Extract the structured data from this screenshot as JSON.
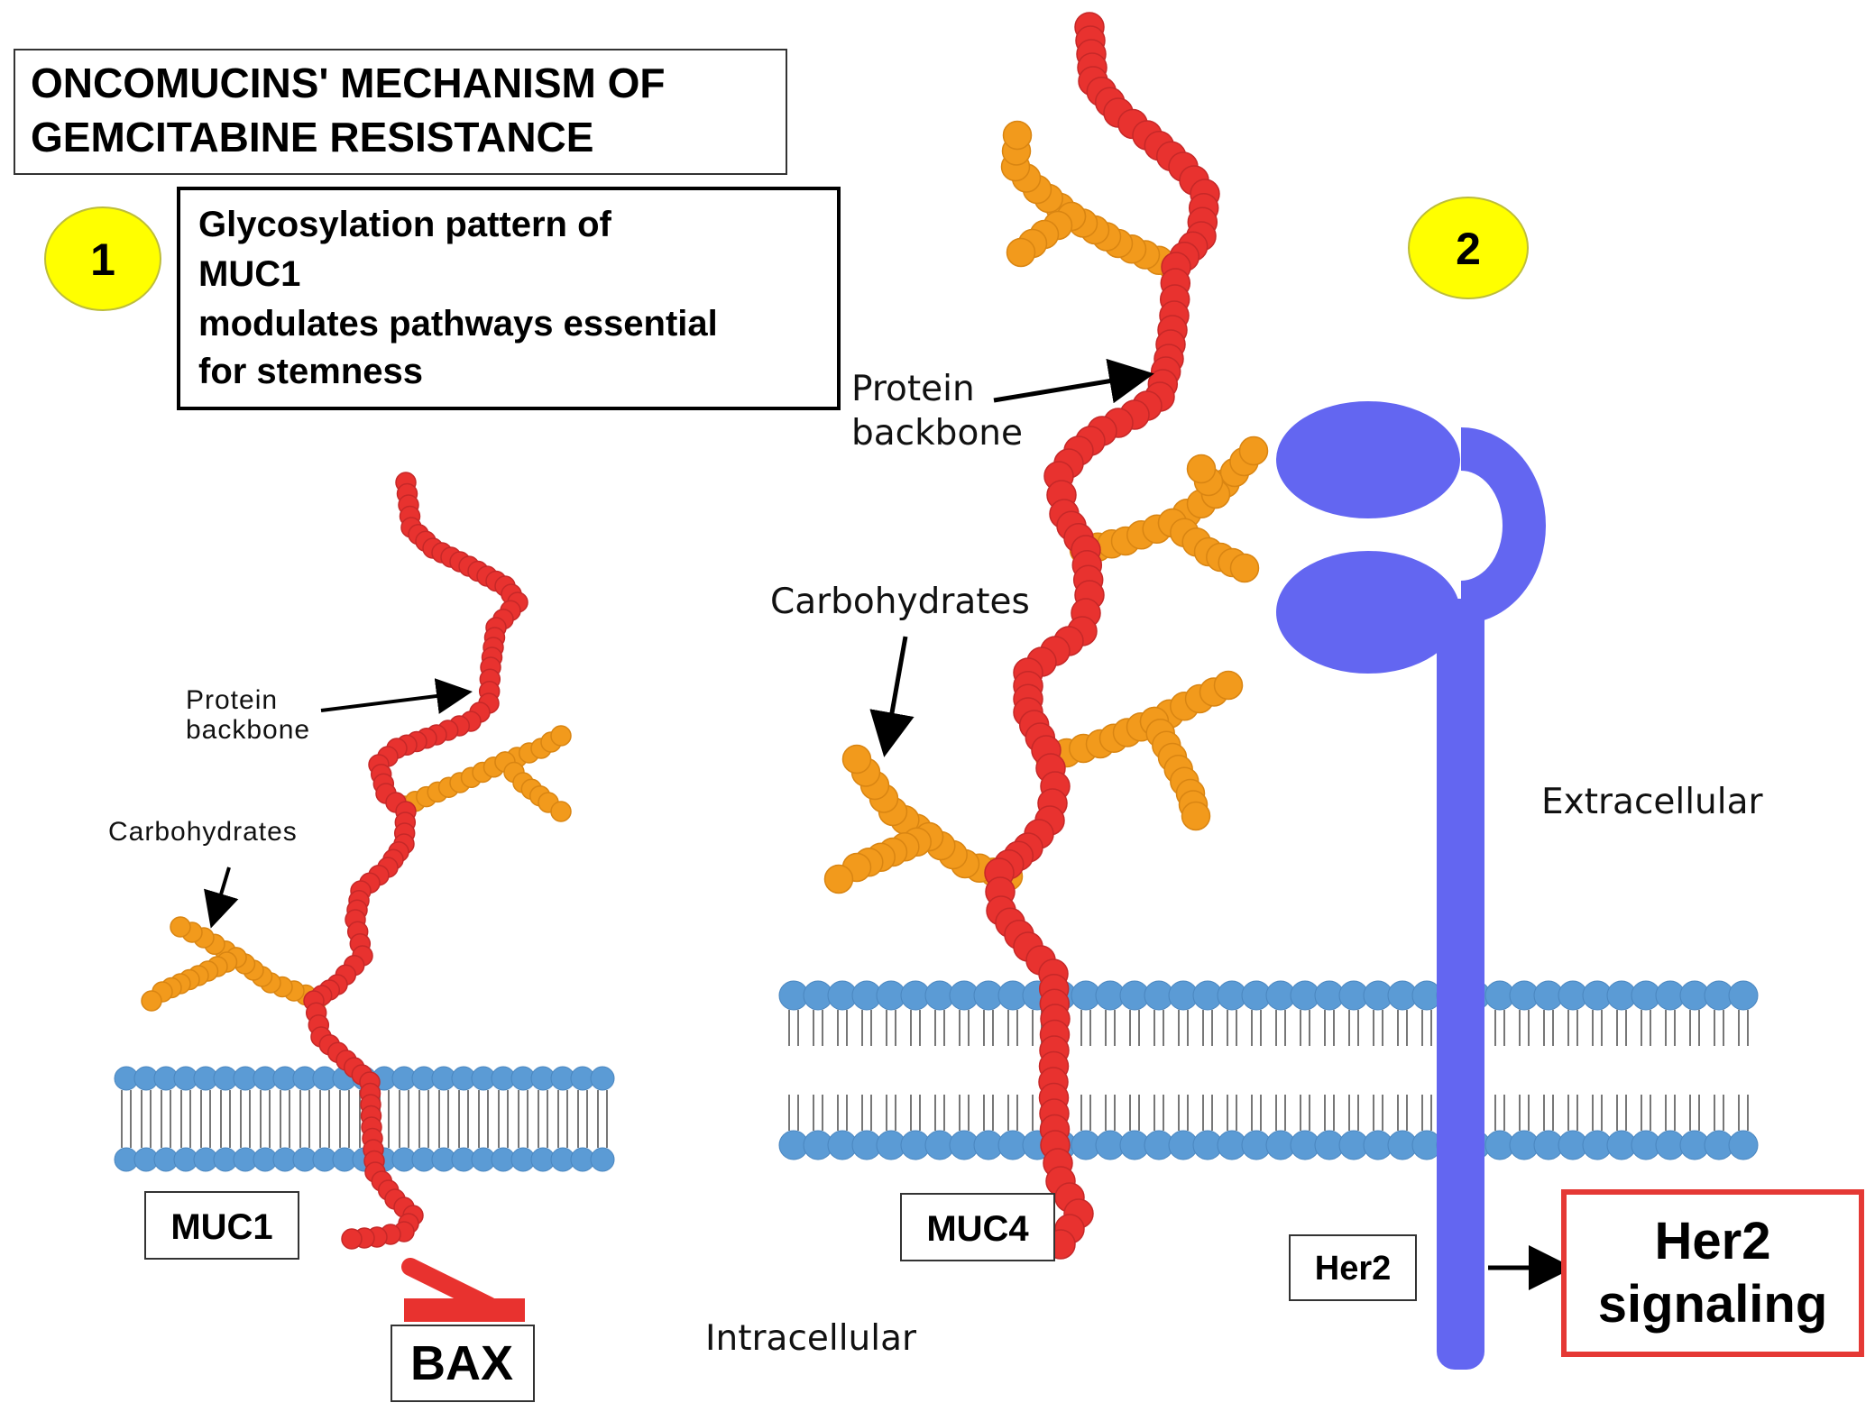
{
  "title": {
    "line1": "ONCOMUCINS' MECHANISM OF",
    "line2": "GEMCITABINE RESISTANCE"
  },
  "step1": {
    "badge": "1",
    "text_lines": [
      "Glycosylation pattern of",
      "MUC1",
      "modulates pathways essential",
      "for stemness"
    ]
  },
  "step2": {
    "badge": "2"
  },
  "muc1": {
    "label": "MUC1",
    "protein_label_line1": "Protein",
    "protein_label_line2": "backbone",
    "carb_label": "Carbohydrates",
    "inhibits": "BAX"
  },
  "muc4": {
    "label": "MUC4",
    "protein_label_line1": "Protein",
    "protein_label_line2": "backbone",
    "carb_label": "Carbohydrates"
  },
  "her2": {
    "label": "Her2",
    "signal_line1": "Her2",
    "signal_line2": "signaling"
  },
  "regions": {
    "extracellular": "Extracellular",
    "intracellular": "Intracellular"
  },
  "colors": {
    "protein": "#e8322f",
    "carbohydrate": "#f29a1c",
    "membrane_head": "#5b9bd5",
    "her2": "#6366f1",
    "badge": "#ffff00",
    "signal_border": "#e53935"
  }
}
